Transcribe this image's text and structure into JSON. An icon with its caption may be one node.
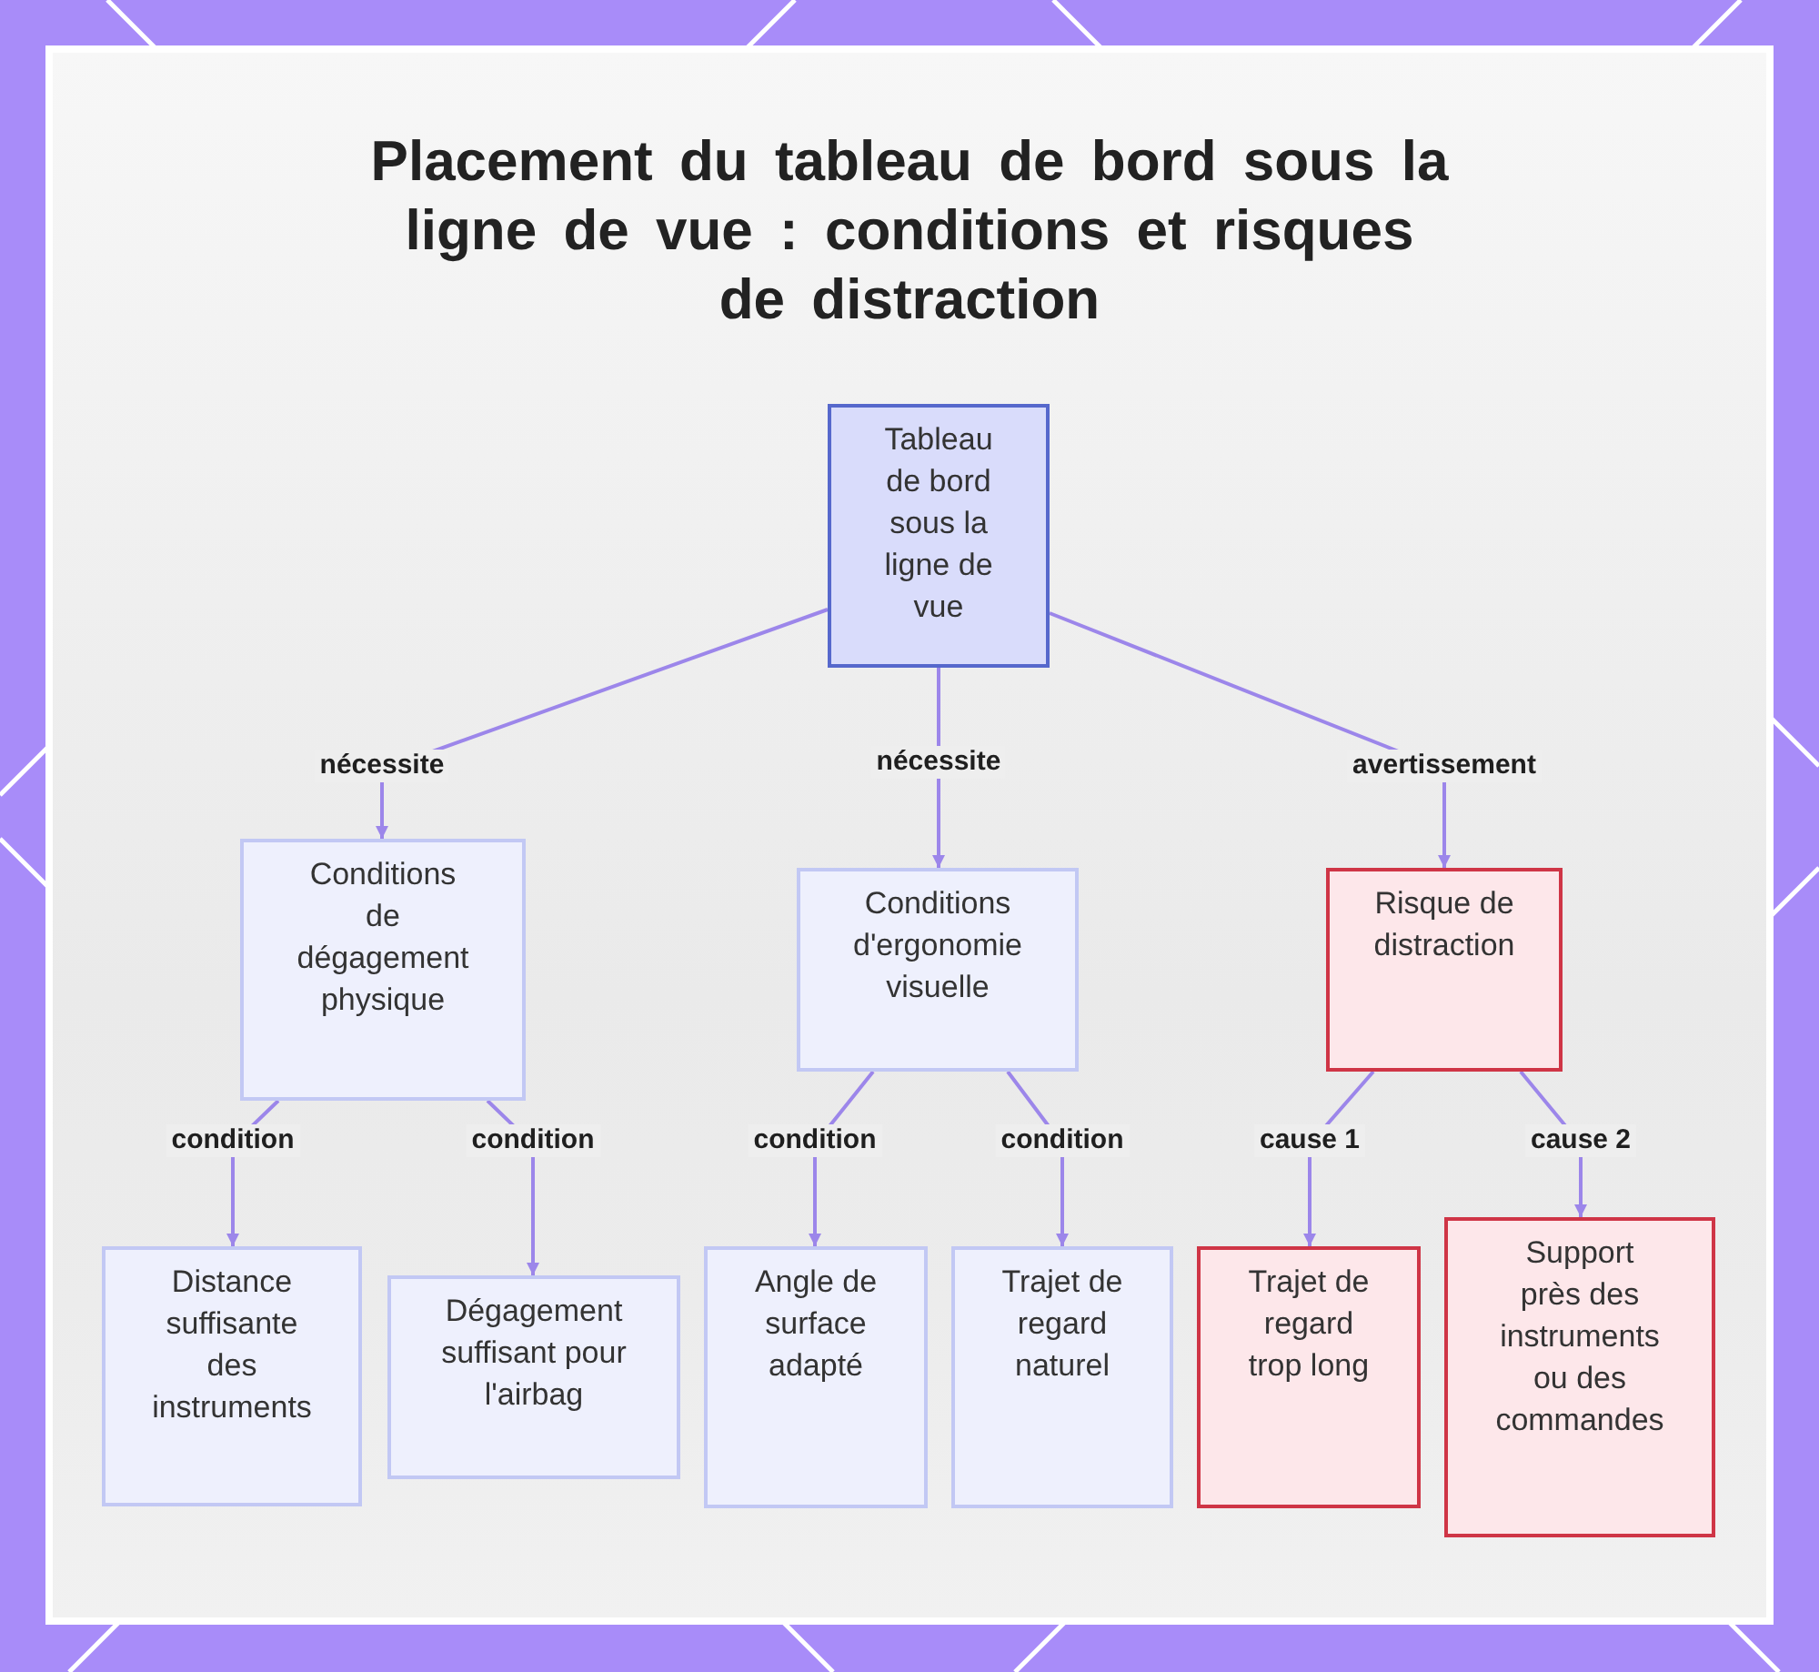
{
  "diagram": {
    "title": "Placement du tableau de bord sous la ligne de vue : conditions et risques de distraction",
    "nodes": [
      {
        "text": [
          "Tableau de bord sous la ligne de vue"
        ]
      },
      {
        "text": [
          "Conditions de dégagement physique"
        ]
      },
      {
        "text": [
          "Conditions d'ergonomie visuelle"
        ]
      },
      {
        "text": [
          "Risque de distraction"
        ]
      },
      {
        "text": [
          "Distance suffisante des instruments"
        ]
      },
      {
        "text": [
          "Dégagement suffisant pour l'airbag"
        ]
      },
      {
        "text": [
          "Angle de surface adapté"
        ]
      },
      {
        "text": [
          "Trajet de regard naturel"
        ]
      },
      {
        "text": [
          "Trajet de regard trop long"
        ]
      },
      {
        "text": [
          "Support près des instruments ou des commandes"
        ]
      }
    ],
    "edges": [
      {
        "from": 0,
        "to": 1,
        "arrow": "to",
        "label": "nécessite"
      },
      {
        "from": 0,
        "to": 2,
        "arrow": "to",
        "label": "nécessite"
      },
      {
        "from": 0,
        "to": 3,
        "arrow": "to",
        "label": "avertissement"
      },
      {
        "from": 1,
        "to": 4,
        "arrow": "to",
        "label": "condition"
      },
      {
        "from": 1,
        "to": 5,
        "arrow": "to",
        "label": "condition"
      },
      {
        "from": 2,
        "to": 6,
        "arrow": "to",
        "label": "condition"
      },
      {
        "from": 2,
        "to": 7,
        "arrow": "to",
        "label": "condition"
      },
      {
        "from": 3,
        "to": 8,
        "arrow": "to",
        "label": "cause 1"
      },
      {
        "from": 3,
        "to": 9,
        "arrow": "to",
        "label": "cause 2"
      }
    ]
  }
}
